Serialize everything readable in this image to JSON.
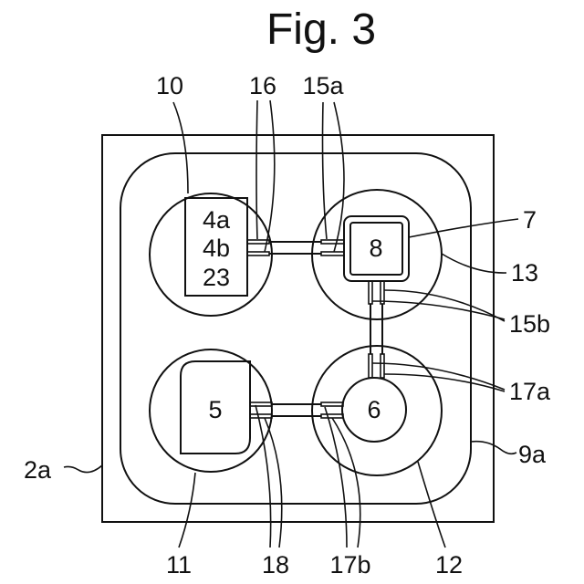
{
  "figure": {
    "title": "Fig. 3",
    "labels": {
      "l10": "10",
      "l16": "16",
      "l15a": "15a",
      "l7": "7",
      "l13": "13",
      "l15b": "15b",
      "l17a": "17a",
      "l9a": "9a",
      "l2a": "2a",
      "l11": "11",
      "l18": "18",
      "l17b": "17b",
      "l12": "12"
    },
    "module_10_lines": [
      "4a",
      "4b",
      "23"
    ],
    "module_5": "5",
    "module_6": "6",
    "module_8": "8"
  }
}
